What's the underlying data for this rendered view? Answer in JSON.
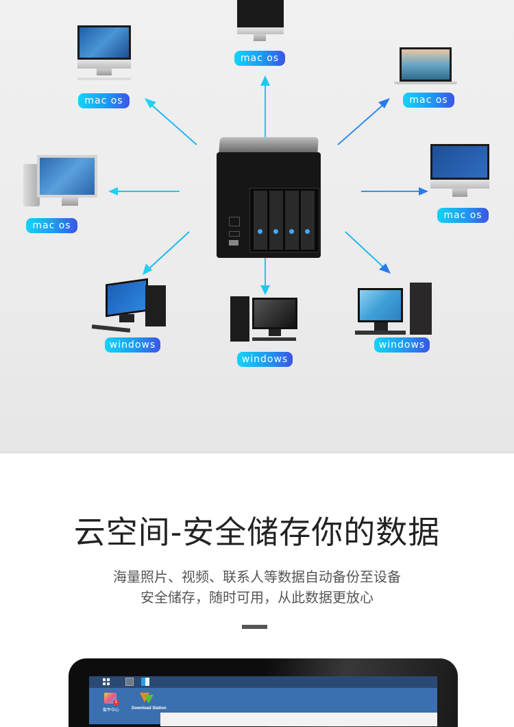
{
  "hero": {
    "center_device": "nas-4-bay-server",
    "devices": [
      {
        "id": "top-center",
        "type": "imac",
        "os_label": "mac  os"
      },
      {
        "id": "top-left",
        "type": "imac-classic",
        "os_label": "mac  os"
      },
      {
        "id": "top-right",
        "type": "macbook",
        "os_label": "mac  os"
      },
      {
        "id": "mid-left",
        "type": "mac-pro",
        "os_label": "mac  os"
      },
      {
        "id": "mid-right",
        "type": "imac",
        "os_label": "mac  os"
      },
      {
        "id": "bottom-left",
        "type": "windows-desktop",
        "os_label": "windows"
      },
      {
        "id": "bottom-center",
        "type": "windows-desktop",
        "os_label": "windows"
      },
      {
        "id": "bottom-right",
        "type": "windows-desktop",
        "os_label": "windows"
      }
    ],
    "colors": {
      "badge_start": "#14d3f7",
      "badge_end": "#3b55e6",
      "arrow_cyan": "#1fd0f5",
      "arrow_blue": "#2a7bea"
    }
  },
  "section": {
    "title": "云空间-安全储存你的数据",
    "subtitle_line1": "海量照片、视频、联系人等数据自动备份至设备",
    "subtitle_line2": "安全储存，随时可用，从此数据更放心"
  },
  "laptop_screen": {
    "desktop_icons": [
      {
        "label": "套件中心",
        "badge": "1"
      },
      {
        "label": "Download Station"
      }
    ]
  }
}
